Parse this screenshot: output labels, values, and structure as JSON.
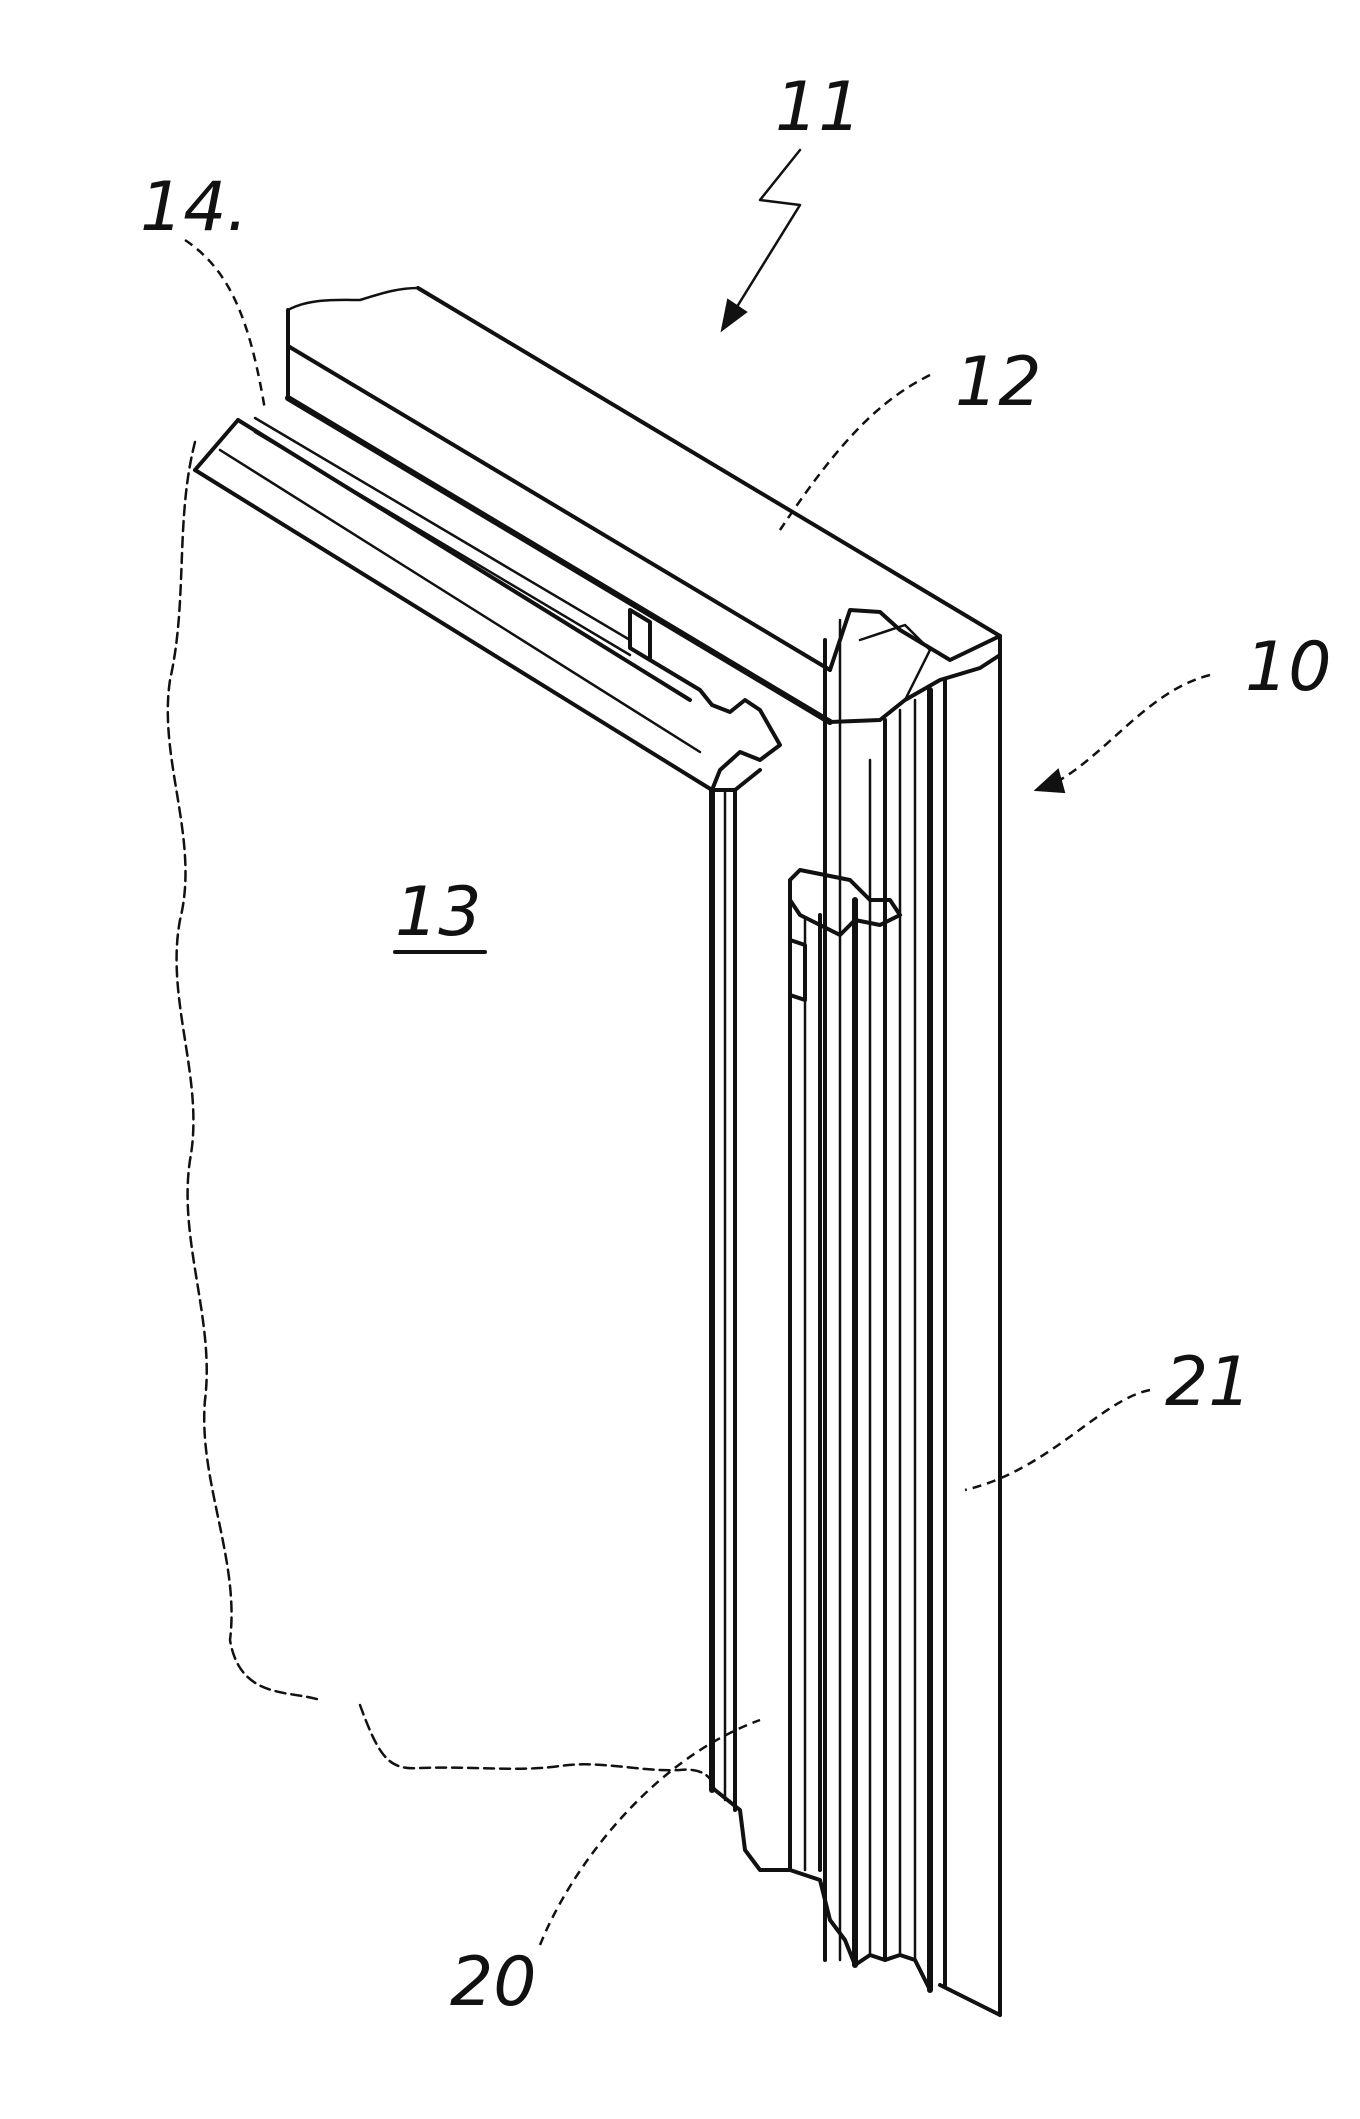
{
  "diagram": {
    "labels": {
      "ref_11": "11",
      "ref_14": "14.",
      "ref_12": "12",
      "ref_10": "10",
      "ref_13": "13",
      "ref_21": "21",
      "ref_20": "20"
    },
    "colors": {
      "ink": "#111111",
      "background": "#ffffff"
    }
  }
}
